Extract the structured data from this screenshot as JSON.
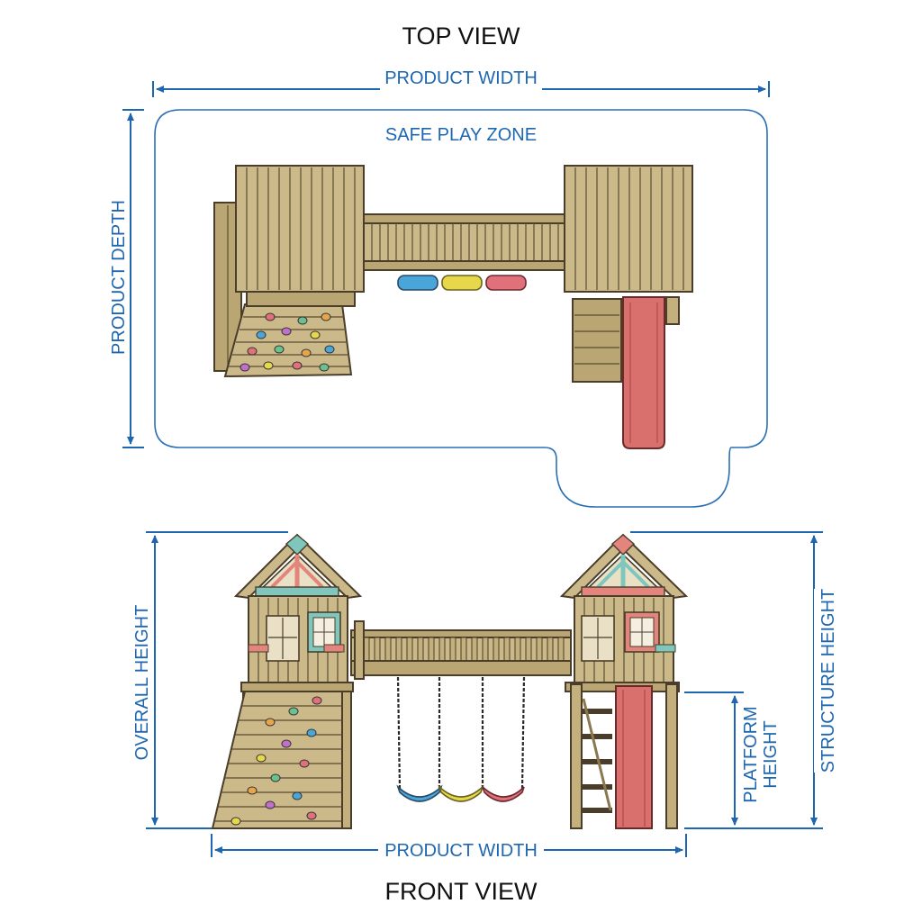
{
  "labels": {
    "top_view": "TOP VIEW",
    "front_view": "FRONT VIEW",
    "product_width_top": "PRODUCT WIDTH",
    "product_depth": "PRODUCT DEPTH",
    "safe_play_zone": "SAFE PLAY ZONE",
    "overall_height": "OVERALL HEIGHT",
    "structure_height": "STRUCTURE HEIGHT",
    "platform_height_line1": "PLATFORM",
    "platform_height_line2": "HEIGHT",
    "product_width_front": "PRODUCT WIDTH"
  },
  "colors": {
    "dimension_blue": "#1e67b0",
    "wood": "#cbb98a",
    "slide": "#d9706e",
    "swing_blue": "#4aa6d8",
    "swing_yellow": "#e6d84a",
    "swing_pink": "#e0707a",
    "trim_teal": "#7fc6bd",
    "trim_coral": "#e3857c"
  },
  "swings": [
    {
      "name": "blue-seat",
      "color": "#4aa6d8"
    },
    {
      "name": "yellow-seat",
      "color": "#e6d84a"
    },
    {
      "name": "pink-seat",
      "color": "#e0707a"
    }
  ],
  "climbing_holds_colors": [
    "#e0707a",
    "#6cc08f",
    "#e6a54a",
    "#4aa6d8",
    "#c070c8",
    "#e6d84a"
  ]
}
